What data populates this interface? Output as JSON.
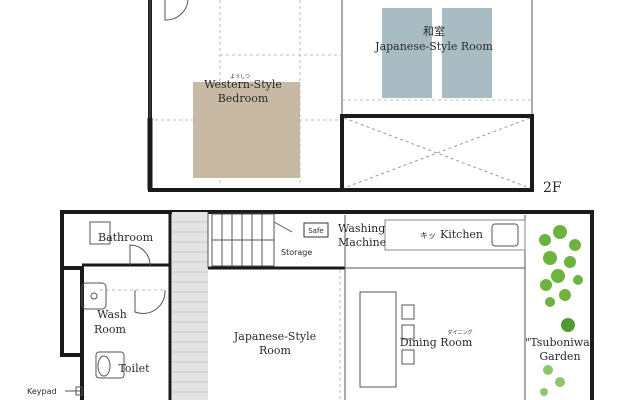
{
  "floor2": {
    "floor_label": "2F",
    "western_room": {
      "name_line1": "Western-Style",
      "name_line2": "Bedroom",
      "furigana": "ようしつ"
    },
    "japanese_room": {
      "name_jp": "和室",
      "name_en": "Japanese-Style Room"
    }
  },
  "floor1": {
    "bathroom": "Bathroom",
    "storage": "Storage",
    "safe": "Safe",
    "washing_line1": "Washing",
    "washing_line2": "Machine",
    "kitchen": "Kitchen",
    "kitchen_furigana": "キッ",
    "wash_line1": "Wash",
    "wash_line2": "Room",
    "toilet": "Toilet",
    "japanese_line1": "Japanese-Style",
    "japanese_line2": "Room",
    "dining": "Dining Room",
    "dining_furigana": "ダイニング",
    "garden_line1": "\"Tsuboniwa\"",
    "garden_line2": "Garden",
    "keypad": "Keypad"
  },
  "colors": {
    "wall": "#1a1a1a",
    "bed": "#c8b9a4",
    "tatami": "#a9bcc4",
    "grid": "#bdbdbd",
    "garden": "#6db33f"
  }
}
